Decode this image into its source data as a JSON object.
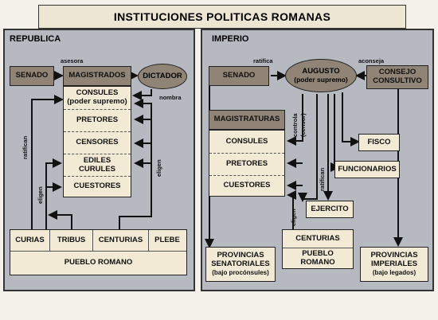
{
  "title": "INSTITUCIONES POLITICAS ROMANAS",
  "republica": {
    "heading": "REPUBLICA",
    "senado": "SENADO",
    "magistrados": "MAGISTRADOS",
    "dictador": "DICTADOR",
    "consules_1": "CONSULES",
    "consules_2": "(poder supremo)",
    "pretores": "PRETORES",
    "censores": "CENSORES",
    "ediles_1": "EDILES",
    "ediles_2": "CURULES",
    "cuestores": "CUESTORES",
    "asesora": "asesora",
    "nombra": "nombra",
    "ratifican": "ratifican",
    "eligen_left": "eligen",
    "eligen_right": "eligen",
    "curias": "CURIAS",
    "tribus": "TRIBUS",
    "centurias": "CENTURIAS",
    "plebe": "PLEBE",
    "pueblo": "PUEBLO ROMANO"
  },
  "imperio": {
    "heading": "IMPERIO",
    "senado": "SENADO",
    "augusto_1": "AUGUSTO",
    "augusto_2": "(poder supremo)",
    "consejo_1": "CONSEJO",
    "consejo_2": "CONSULTIVO",
    "ratifica": "ratifica",
    "aconseja": "aconseja",
    "magistraturas": "MAGISTRATURAS",
    "consules": "CONSULES",
    "pretores": "PRETORES",
    "cuestores": "CUESTORES",
    "controla_1": "controla",
    "controla_2": "(censor)",
    "ratifican": "ratifican",
    "eligen": "eligen",
    "fisco": "FISCO",
    "funcionarios": "FUNCIONARIOS",
    "ejercito": "EJERCITO",
    "centurias": "CENTURIAS",
    "pueblo_1": "PUEBLO",
    "pueblo_2": "ROMANO",
    "prov_sen_1": "PROVINCIAS",
    "prov_sen_2": "SENATORIALES",
    "prov_sen_3": "(bajo procónsules)",
    "prov_imp_1": "PROVINCIAS",
    "prov_imp_2": "IMPERIALES",
    "prov_imp_3": "(bajo legados)"
  }
}
